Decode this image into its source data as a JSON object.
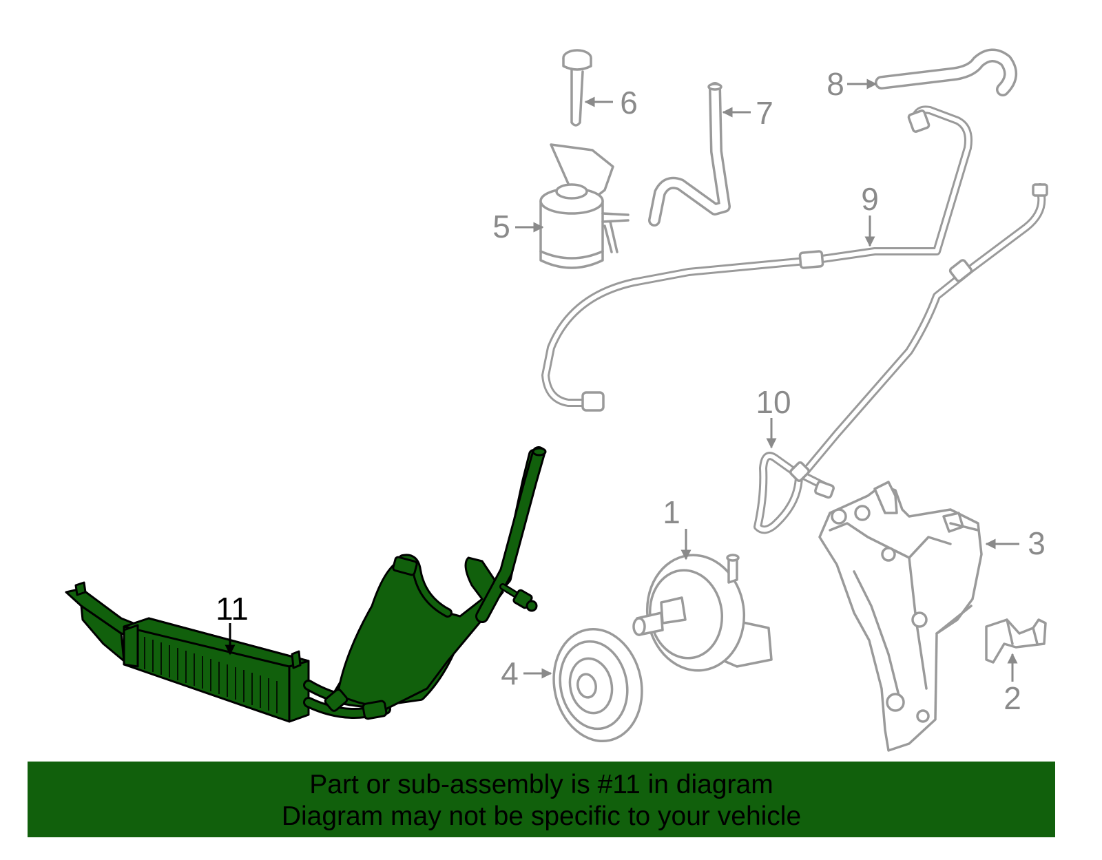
{
  "diagram": {
    "callouts": {
      "c1": "1",
      "c2": "2",
      "c3": "3",
      "c4": "4",
      "c5": "5",
      "c6": "6",
      "c7": "7",
      "c8": "8",
      "c9": "9",
      "c10": "10",
      "c11": "11"
    },
    "highlighted_part": "11",
    "colors": {
      "highlight": "#11600c",
      "outline": "#9a9a9a",
      "banner": "#11600c"
    }
  },
  "banner": {
    "line1": "Part or sub-assembly is #11 in diagram",
    "line2": "Diagram may not be specific to your vehicle"
  }
}
